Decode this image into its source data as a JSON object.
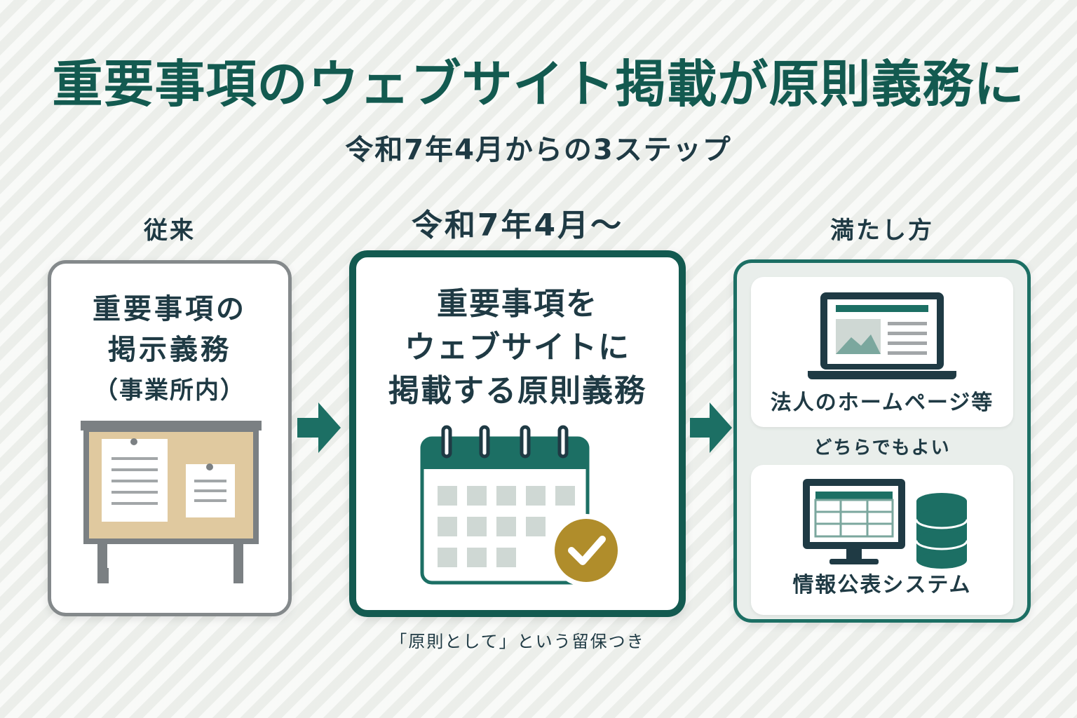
{
  "title": "重要事項のウェブサイト掲載が原則義務に",
  "subtitle": "令和7年4月からの3ステップ",
  "colors": {
    "accent": "#135a50",
    "teal": "#1c6f64",
    "gold": "#b08d2b",
    "gray": "#84898b",
    "cork": "#e0c99f"
  },
  "columns": [
    {
      "label": "従来",
      "text": "重要事項の\n掲示義務",
      "note": "（事業所内）",
      "icon": "bulletin-board-icon"
    },
    {
      "label": "令和7年4月～",
      "text": "重要事項を\nウェブサイトに\n掲載する原則義務",
      "icon": "calendar-check-icon",
      "caveat": "「原則として」という留保つき"
    },
    {
      "label": "満たし方",
      "options": [
        {
          "label": "法人のホームページ等",
          "icon": "laptop-webpage-icon"
        },
        {
          "label": "情報公表システム",
          "icon": "monitor-database-icon"
        }
      ],
      "or_text": "どちらでもよい"
    }
  ],
  "arrows": [
    "arrow-right-icon",
    "arrow-right-icon"
  ]
}
